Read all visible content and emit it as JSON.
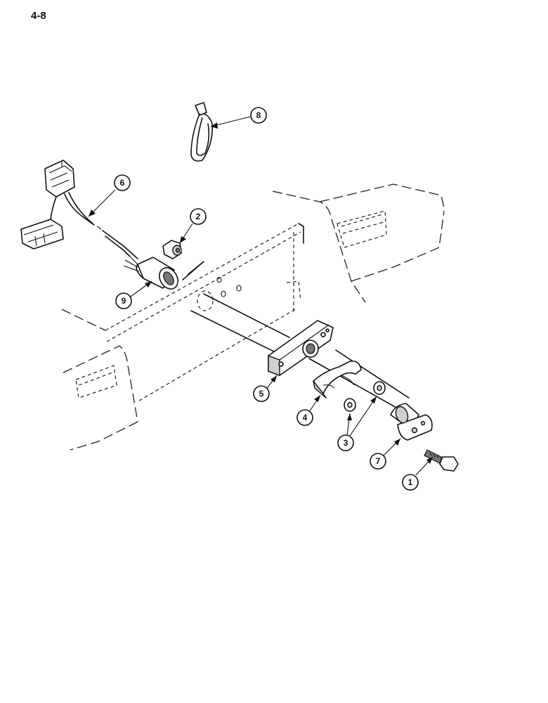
{
  "page": {
    "number": "4-8"
  },
  "callouts": [
    {
      "id": "1",
      "label": "1",
      "part": "bolt"
    },
    {
      "id": "2",
      "label": "2",
      "part": "nut"
    },
    {
      "id": "3",
      "label": "3",
      "part": "washers"
    },
    {
      "id": "4",
      "label": "4",
      "part": "clamp"
    },
    {
      "id": "5",
      "label": "5",
      "part": "mounting-plate"
    },
    {
      "id": "6",
      "label": "6",
      "part": "wiring-harness"
    },
    {
      "id": "7",
      "label": "7",
      "part": "sensor-body"
    },
    {
      "id": "8",
      "label": "8",
      "part": "strap"
    },
    {
      "id": "9",
      "label": "9",
      "part": "connector-sleeve"
    }
  ]
}
